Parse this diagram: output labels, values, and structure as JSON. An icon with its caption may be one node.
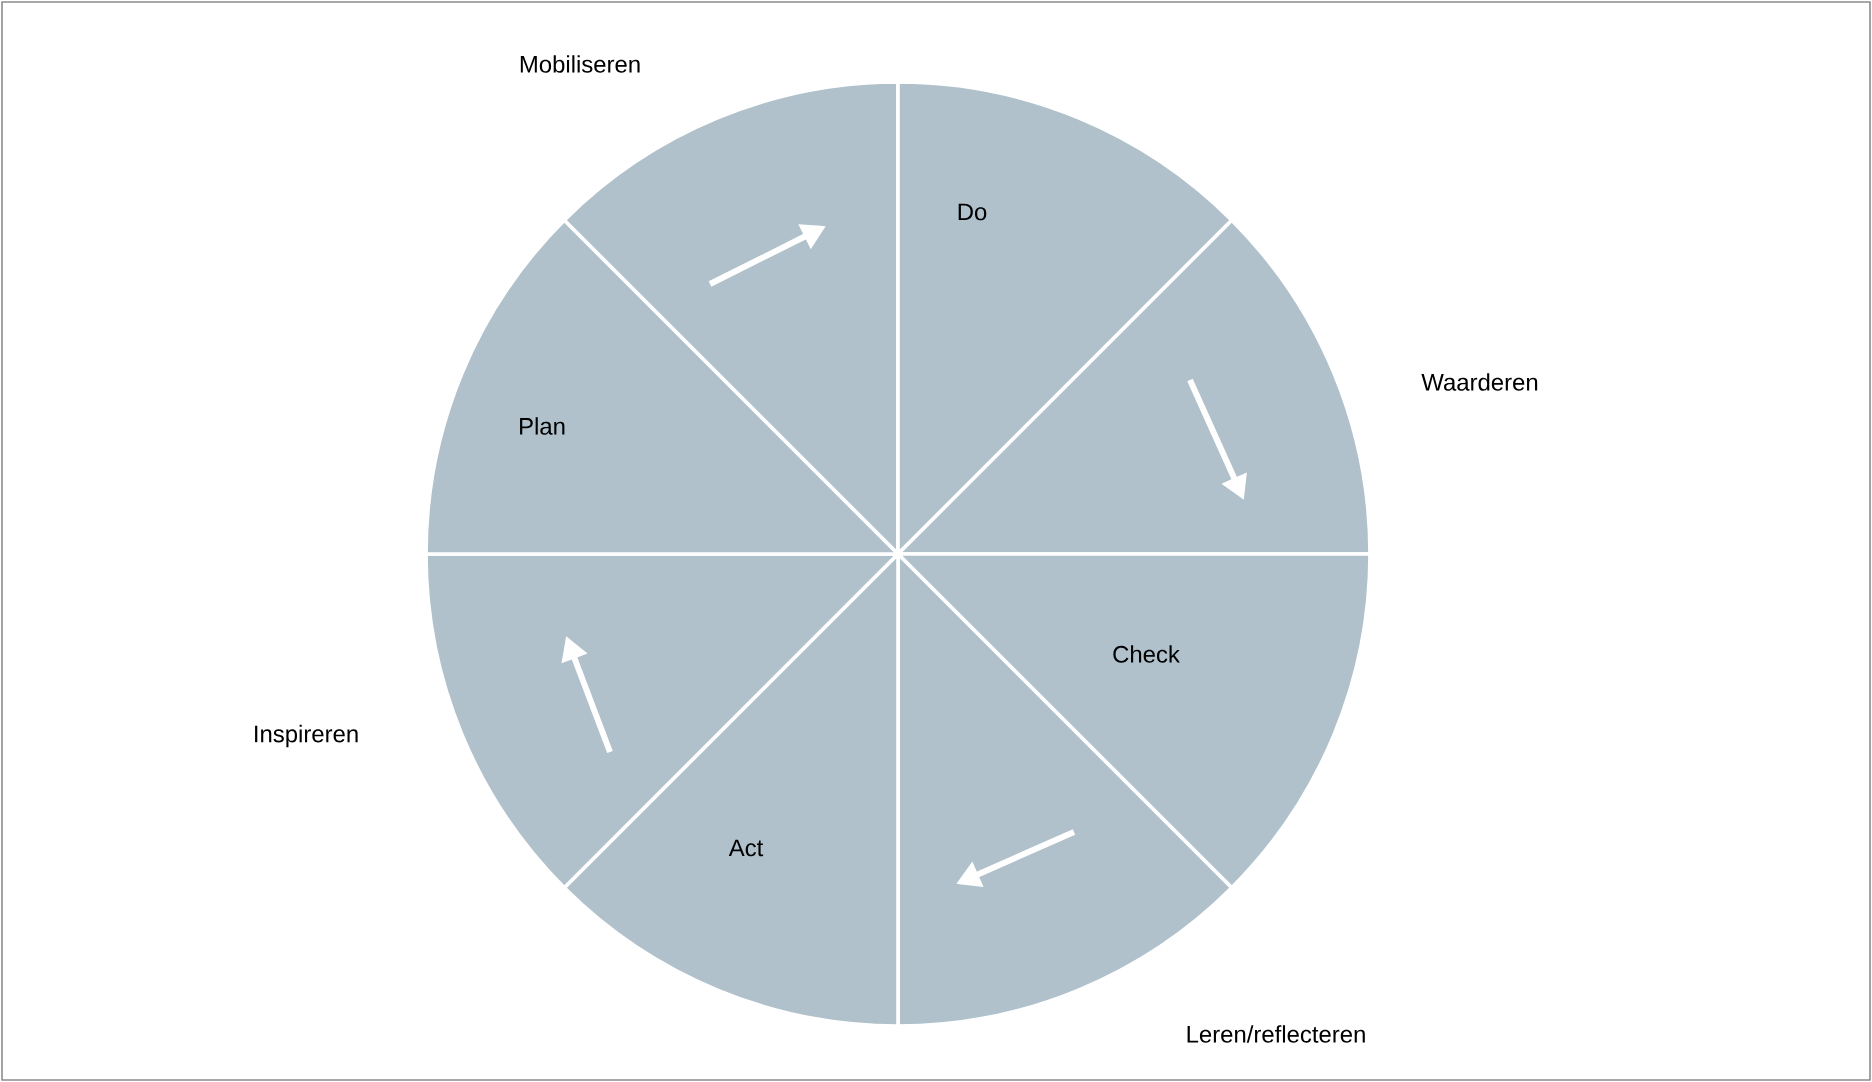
{
  "diagram": {
    "nodes": [
      {
        "text": [],
        "shape": "sector",
        "beside": [
          "Mobiliseren"
        ]
      },
      {
        "text": [
          "Do"
        ]
      },
      {
        "text": [],
        "shape": "sector",
        "beside": [
          "Waarderen"
        ]
      },
      {
        "text": [
          "Check"
        ]
      },
      {
        "text": [],
        "shape": "sector",
        "beside": [
          "Leren/reflecteren"
        ]
      },
      {
        "text": [
          "Act"
        ]
      },
      {
        "text": [],
        "shape": "sector",
        "beside": [
          "Inspireren"
        ]
      },
      {
        "text": [
          "Plan"
        ]
      }
    ]
  }
}
